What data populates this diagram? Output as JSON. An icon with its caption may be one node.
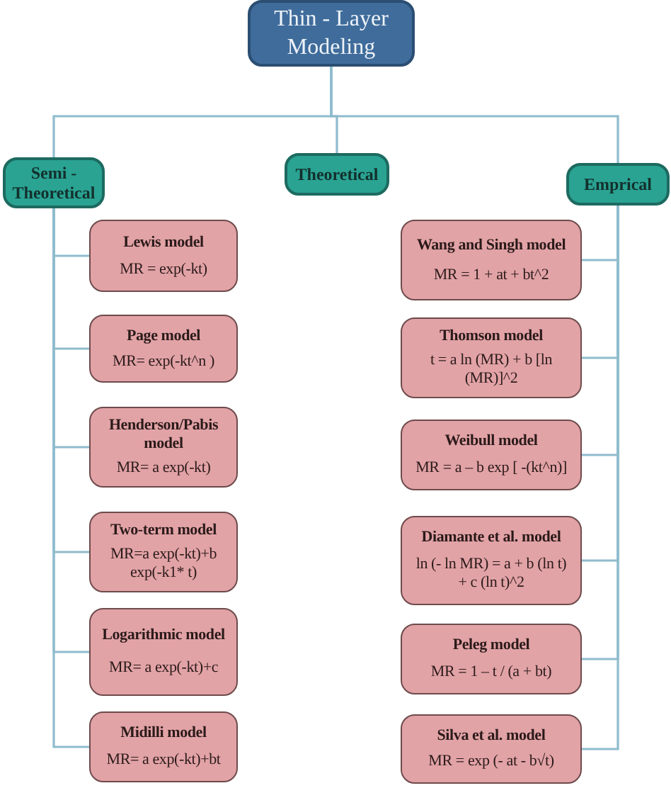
{
  "diagram": {
    "nodes": [
      {
        "text": [
          "Thin - Layer Modeling"
        ]
      },
      {
        "text": [
          "Semi - Theoretical"
        ]
      },
      {
        "text": [
          "Theoretical"
        ]
      },
      {
        "text": [
          "Emprical"
        ]
      },
      {
        "text": [
          "Lewis model",
          "MR =  exp(-kt)"
        ]
      },
      {
        "text": [
          "Page model",
          "MR=  exp(-kt^n )"
        ]
      },
      {
        "text": [
          "Henderson/Pabis model",
          "MR=  a exp(-kt)"
        ]
      },
      {
        "text": [
          "Two-term model",
          "MR=a exp(-kt)+b exp(-k1* t)"
        ]
      },
      {
        "text": [
          "Logarithmic model",
          "MR=  a exp(-kt)+c"
        ]
      },
      {
        "text": [
          "Midilli model",
          "MR=  a exp(-kt)+bt"
        ]
      },
      {
        "text": [
          "Wang and Singh model",
          "MR = 1 + at + bt^2"
        ]
      },
      {
        "text": [
          "Thomson model",
          "t = a ln (MR) + b [ln (MR)]^2"
        ]
      },
      {
        "text": [
          "Weibull model",
          "MR = a – b exp [ -(kt^n)]"
        ]
      },
      {
        "text": [
          "Diamante et al. model",
          "ln (- ln MR) = a + b (ln t) + c (ln t)^2"
        ]
      },
      {
        "text": [
          "Peleg model",
          "MR = 1 – t / (a + bt)"
        ]
      },
      {
        "text": [
          "Silva et al. model",
          "MR = exp (- at - b√t)"
        ]
      }
    ],
    "edges": [
      {
        "from": 0,
        "to": 1,
        "arrow": "none"
      },
      {
        "from": 0,
        "to": 2,
        "arrow": "none"
      },
      {
        "from": 0,
        "to": 3,
        "arrow": "none"
      },
      {
        "from": 1,
        "to": 4,
        "arrow": "none"
      },
      {
        "from": 1,
        "to": 5,
        "arrow": "none"
      },
      {
        "from": 1,
        "to": 6,
        "arrow": "none"
      },
      {
        "from": 1,
        "to": 7,
        "arrow": "none"
      },
      {
        "from": 1,
        "to": 8,
        "arrow": "none"
      },
      {
        "from": 1,
        "to": 9,
        "arrow": "none"
      },
      {
        "from": 3,
        "to": 10,
        "arrow": "none"
      },
      {
        "from": 3,
        "to": 11,
        "arrow": "none"
      },
      {
        "from": 3,
        "to": 12,
        "arrow": "none"
      },
      {
        "from": 3,
        "to": 13,
        "arrow": "none"
      },
      {
        "from": 3,
        "to": 14,
        "arrow": "none"
      },
      {
        "from": 3,
        "to": 15,
        "arrow": "none"
      }
    ]
  }
}
